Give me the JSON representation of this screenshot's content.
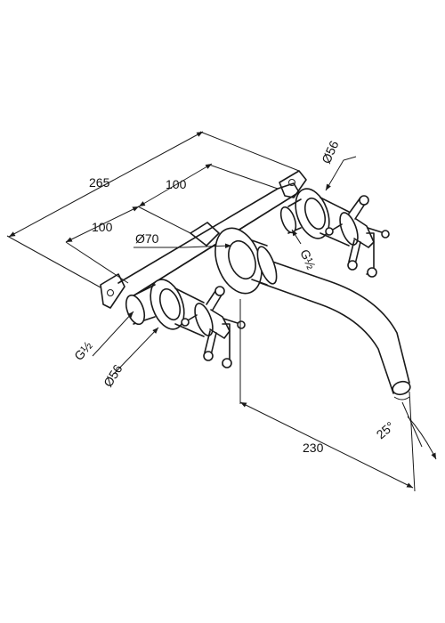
{
  "dimensions": {
    "overall_width": "265",
    "right_handle_offset": "100",
    "left_handle_offset": "100",
    "flange_diameter": "Ø70",
    "right_handle_diameter": "Ø56",
    "left_handle_diameter": "Ø56",
    "right_thread": "G½",
    "left_thread": "G½",
    "spout_projection": "230",
    "spout_angle": "25°"
  },
  "colors": {
    "line": "#1a1a1a",
    "background": "#ffffff"
  }
}
